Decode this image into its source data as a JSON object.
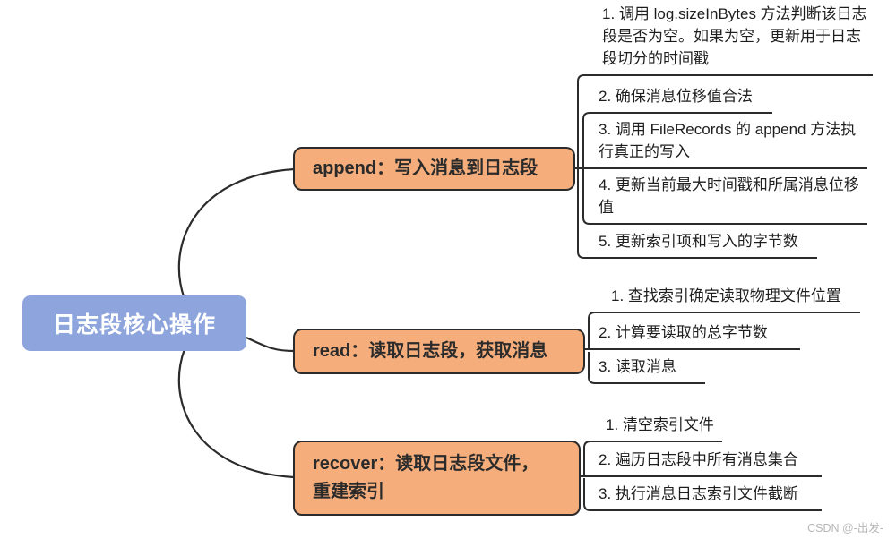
{
  "root": {
    "label": "日志段核心操作"
  },
  "branches": [
    {
      "label": "append：写入消息到日志段",
      "children": [
        "1. 调用 log.sizeInBytes 方法判断该日志段是否为空。如果为空，更新用于日志段切分的时间戳",
        "2. 确保消息位移值合法",
        "3. 调用 FileRecords 的 append 方法执行真正的写入",
        "4. 更新当前最大时间戳和所属消息位移值",
        "5. 更新索引项和写入的字节数"
      ]
    },
    {
      "label": "read：读取日志段，获取消息",
      "children": [
        "1. 查找索引确定读取物理文件位置",
        "2. 计算要读取的总字节数",
        "3. 读取消息"
      ]
    },
    {
      "label": "recover：读取日志段文件，",
      "label2": "重建索引",
      "children": [
        "1. 清空索引文件",
        "2. 遍历日志段中所有消息集合",
        "3. 执行消息日志索引文件截断"
      ]
    }
  ],
  "watermark": "CSDN @-出发-",
  "colors": {
    "root_fill": "#8DA5DC",
    "branch_fill": "#F4AD7B",
    "line": "#2b2b2b",
    "background": "#ffffff"
  }
}
